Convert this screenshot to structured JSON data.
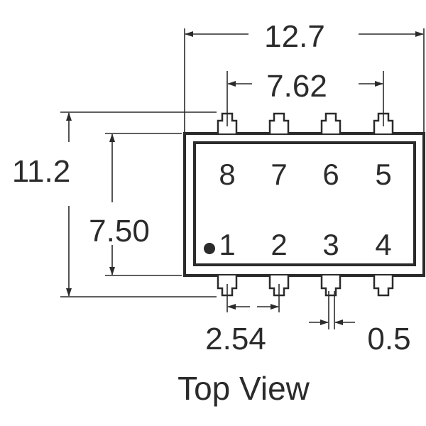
{
  "dimensions": {
    "overall_length": "12.7",
    "pin_row_span": "7.62",
    "overall_width": "11.2",
    "body_width": "7.50",
    "pin_pitch": "2.54",
    "pin_width": "0.5"
  },
  "pins": {
    "top_row": [
      "8",
      "7",
      "6",
      "5"
    ],
    "bottom_row": [
      "1",
      "2",
      "3",
      "4"
    ]
  },
  "caption": "Top View",
  "colors": {
    "ink": "#2b2b2b"
  }
}
